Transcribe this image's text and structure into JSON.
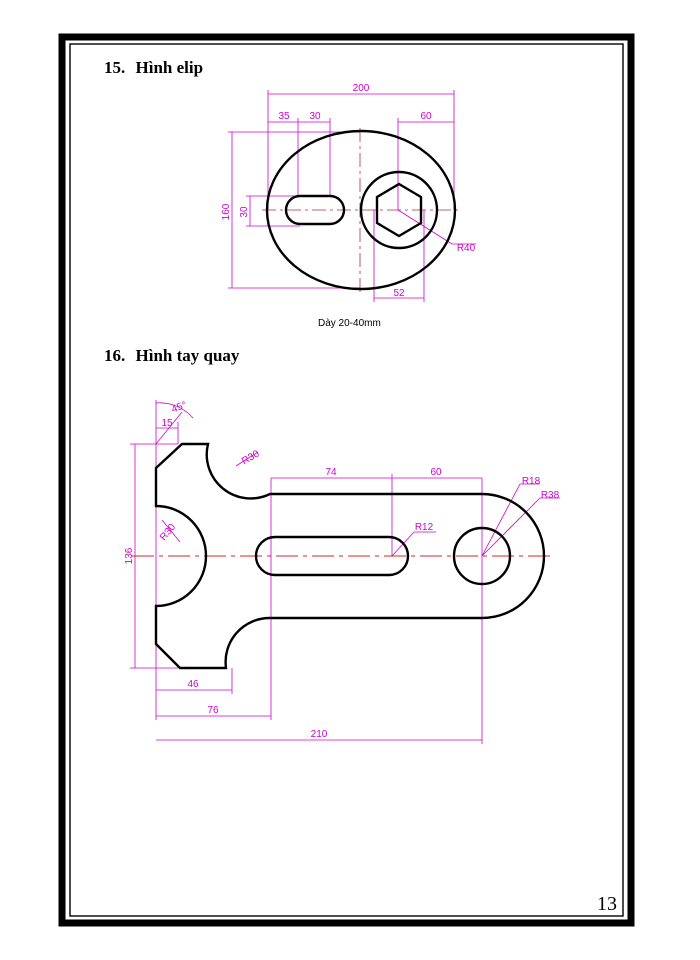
{
  "section15": {
    "number": "15.",
    "title": "Hình elip",
    "caption": "Dày 20-40mm"
  },
  "section16": {
    "number": "16.",
    "title": "Hình tay quay"
  },
  "ellipse_dims": {
    "d200": "200",
    "d35": "35",
    "d30top": "30",
    "d60": "60",
    "d160": "160",
    "d30side": "30",
    "r40": "R40",
    "d52": "52"
  },
  "crank_dims": {
    "a45": "45°",
    "d15": "15",
    "r30top": "R30",
    "d74": "74",
    "d60": "60",
    "r18": "R18",
    "r38": "R38",
    "r12": "R12",
    "r30left": "R30",
    "d136": "136",
    "d46": "46",
    "d76": "76",
    "d210": "210"
  },
  "page": {
    "number": "13"
  },
  "colors": {
    "outline": "#000000",
    "dimension": "#d000d0",
    "centerline": "#e02020"
  }
}
